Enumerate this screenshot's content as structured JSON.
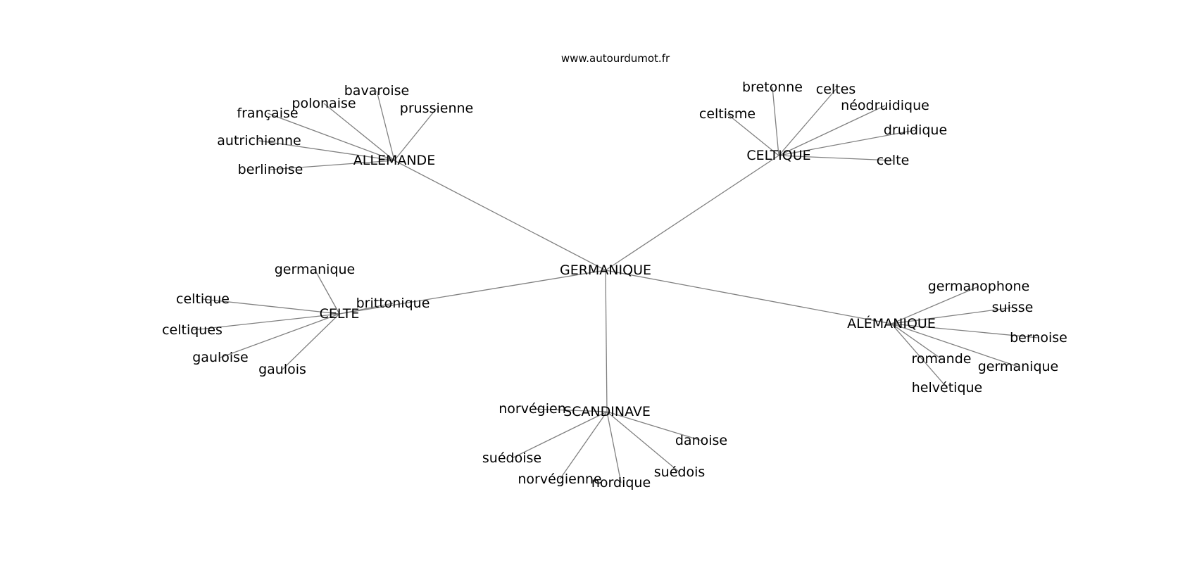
{
  "watermark": "www.autourdumot.fr",
  "colors": {
    "edge": "#808080",
    "text": "#000000",
    "background": "#ffffff"
  },
  "graph": {
    "center": "GERMANIQUE",
    "hubs": [
      {
        "id": "allemande",
        "label": "ALLEMANDE",
        "leaves": [
          {
            "id": "bavaroise",
            "label": "bavaroise"
          },
          {
            "id": "polonaise",
            "label": "polonaise"
          },
          {
            "id": "prussienne",
            "label": "prussienne"
          },
          {
            "id": "francaise",
            "label": "française"
          },
          {
            "id": "autrichienne",
            "label": "autrichienne"
          },
          {
            "id": "berlinoise",
            "label": "berlinoise"
          }
        ]
      },
      {
        "id": "celtique",
        "label": "CELTIQUE",
        "leaves": [
          {
            "id": "bretonne",
            "label": "bretonne"
          },
          {
            "id": "celtes",
            "label": "celtes"
          },
          {
            "id": "neodruidique",
            "label": "néodruidique"
          },
          {
            "id": "celtisme",
            "label": "celtisme"
          },
          {
            "id": "druidique",
            "label": "druidique"
          },
          {
            "id": "celte",
            "label": "celte"
          }
        ]
      },
      {
        "id": "celte",
        "label": "CELTE",
        "leaves": [
          {
            "id": "germanique",
            "label": "germanique"
          },
          {
            "id": "celtique",
            "label": "celtique"
          },
          {
            "id": "brittonique",
            "label": "brittonique"
          },
          {
            "id": "celtiques",
            "label": "celtiques"
          },
          {
            "id": "gauloise",
            "label": "gauloise"
          },
          {
            "id": "gaulois",
            "label": "gaulois"
          }
        ]
      },
      {
        "id": "alemanique",
        "label": "ALÉMANIQUE",
        "leaves": [
          {
            "id": "germanophone",
            "label": "germanophone"
          },
          {
            "id": "suisse",
            "label": "suisse"
          },
          {
            "id": "bernoise",
            "label": "bernoise"
          },
          {
            "id": "romande",
            "label": "romande"
          },
          {
            "id": "germanique",
            "label": "germanique"
          },
          {
            "id": "helvetique",
            "label": "helvétique"
          }
        ]
      },
      {
        "id": "scandinave",
        "label": "SCANDINAVE",
        "leaves": [
          {
            "id": "norvegien",
            "label": "norvégien"
          },
          {
            "id": "danoise",
            "label": "danoise"
          },
          {
            "id": "suedoise",
            "label": "suédoise"
          },
          {
            "id": "suedois",
            "label": "suédois"
          },
          {
            "id": "norvegienne",
            "label": "norvégienne"
          },
          {
            "id": "nordique",
            "label": "nordique"
          }
        ]
      }
    ]
  }
}
